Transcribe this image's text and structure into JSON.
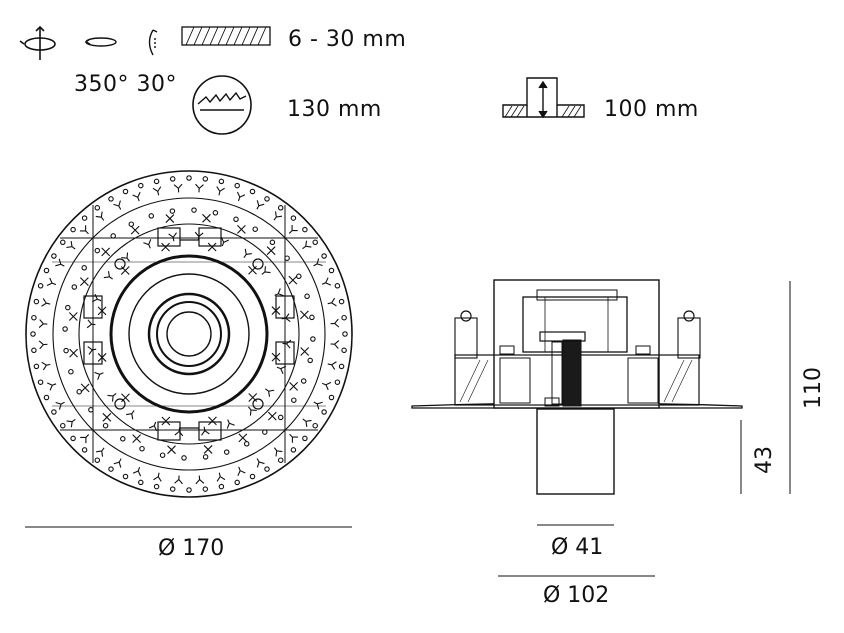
{
  "specs": {
    "rotation_label": "350° 30°",
    "ceiling_thickness": "6 - 30 mm",
    "cutout_diameter": "130 mm",
    "recess_depth": "100 mm"
  },
  "top_view": {
    "diameter_label": "Ø 170"
  },
  "side_view": {
    "lens_diameter_label": "Ø 41",
    "body_diameter_label": "Ø 102",
    "overall_height_label": "110",
    "protrusion_height_label": "43"
  },
  "colors": {
    "line": "#111111",
    "background": "#ffffff",
    "dark_fill": "#1a1a1a"
  },
  "icons": [
    "rotate-pan-icon",
    "swivel-icon",
    "tilt-icon",
    "ceiling-thickness-icon",
    "hole-saw-icon",
    "recess-depth-icon"
  ]
}
